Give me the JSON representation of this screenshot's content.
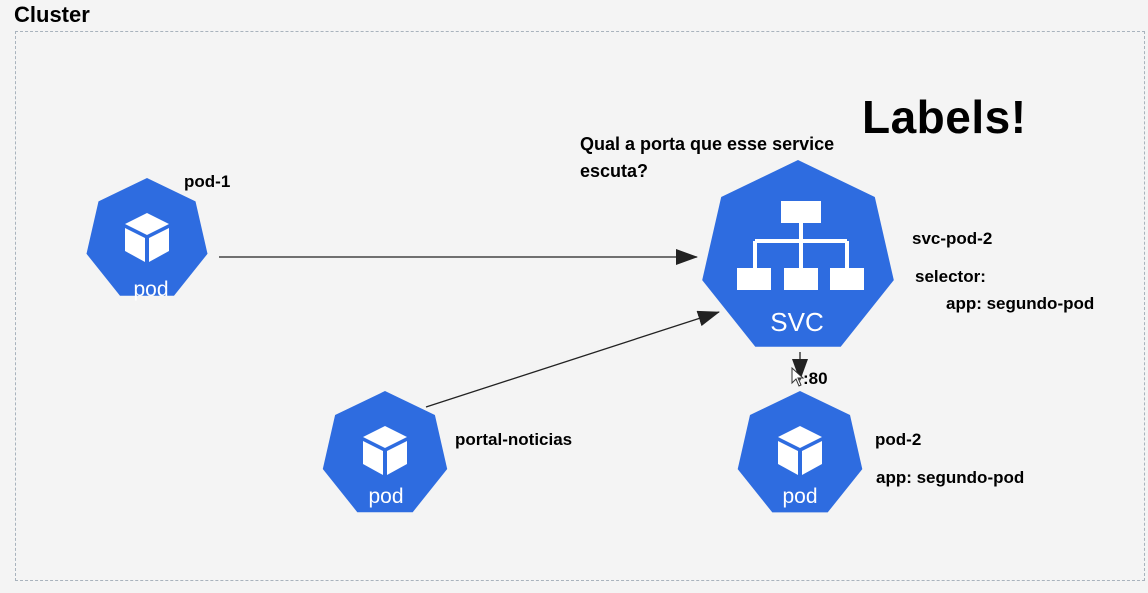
{
  "cluster": {
    "title": "Cluster"
  },
  "heading": "Labels!",
  "question": "Qual a porta que esse service escuta?",
  "colors": {
    "node": "#2e6ce0",
    "icon": "#ffffff",
    "arrow": "#222222",
    "border": "#a9b3bd"
  },
  "nodes": {
    "pod1": {
      "icon_label": "pod",
      "name": "pod-1"
    },
    "portal": {
      "icon_label": "pod",
      "name": "portal-noticias"
    },
    "pod2": {
      "icon_label": "pod",
      "name": "pod-2",
      "label": "app: segundo-pod"
    },
    "svc": {
      "icon_label": "SVC",
      "name": "svc-pod-2",
      "selector_title": "selector:",
      "selector_value": "app: segundo-pod"
    }
  },
  "port": ":80"
}
